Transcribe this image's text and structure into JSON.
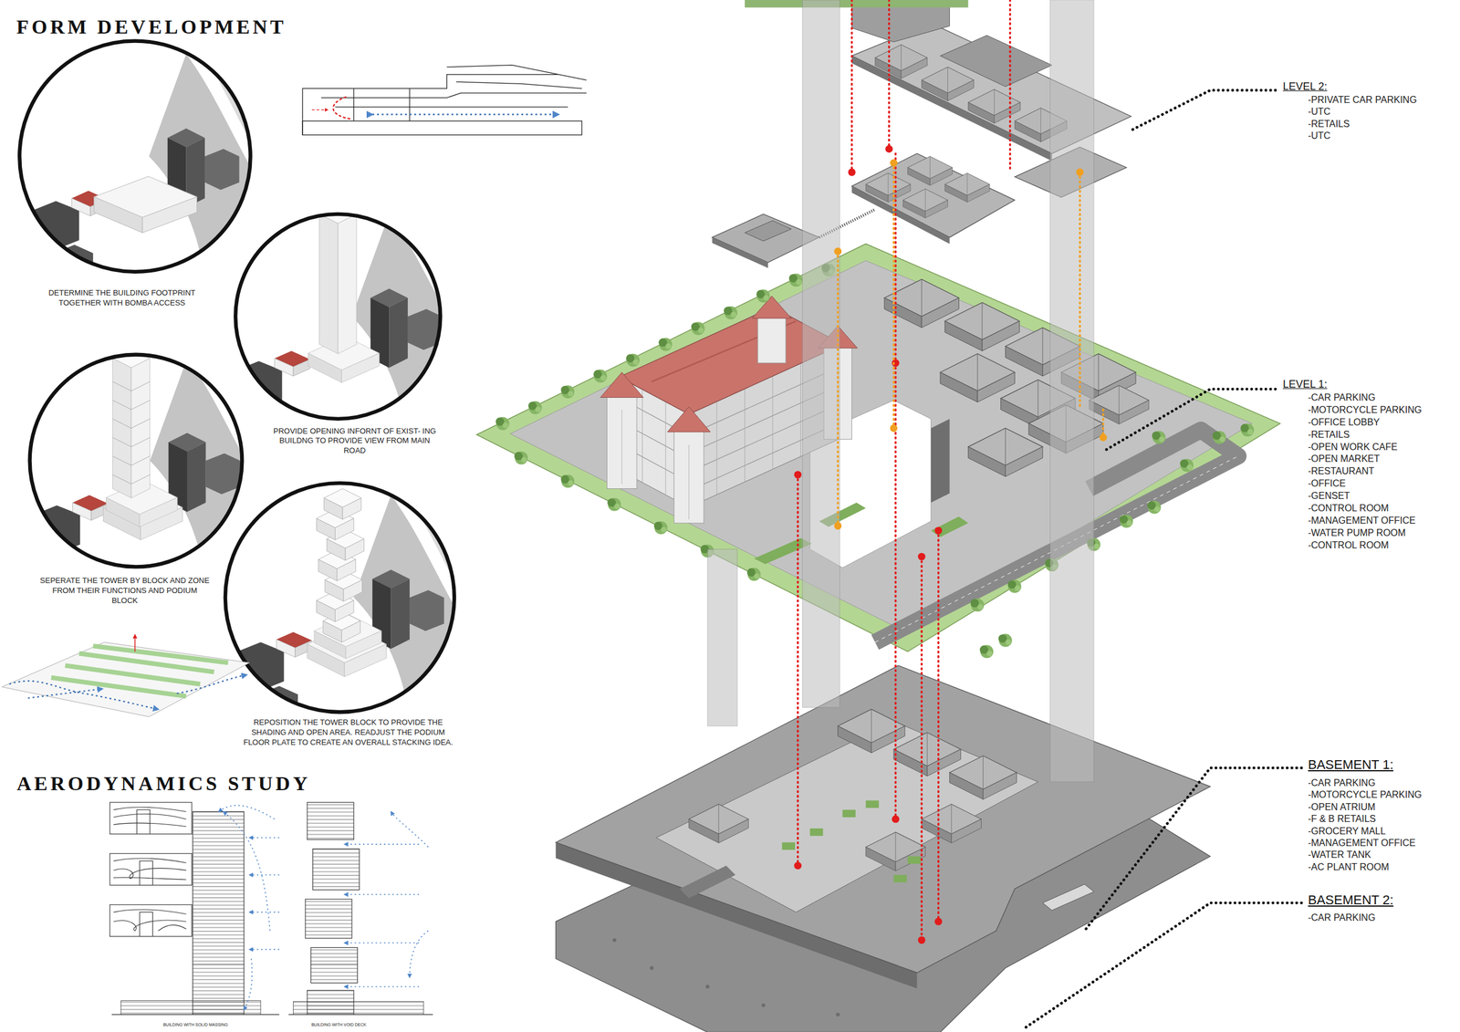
{
  "diagram": {
    "title": "FORM DEVELOPMENT",
    "labels": [
      "DETERMINE THE BUILDING FOOTPRINT TOGETHER WITH BOMBA ACCESS",
      "PROVIDE OPENING INFORNT OF EXIST- ING BUILDNG TO PROVIDE VIEW FROM MAIN ROAD",
      "SEPERATE THE TOWER BY BLOCK AND ZONE FROM THEIR FUNCTIONS AND PODIUM BLOCK",
      "REPOSITION THE TOWER BLOCK TO PROVIDE THE SHADING AND OPEN AREA. READJUST THE PODIUM FLOOR PLATE TO CREATE AN OVERALL STACKING IDEA.",
      "AERODYNAMICS STUDY",
      "BUILDING WITH SOLID MASSING",
      "BUILDING WITH VOID DECK",
      "LEVEL 2:",
      "-PRIVATE CAR PARKING",
      "-UTC",
      "-RETAILS",
      "-UTC",
      "LEVEL 1:",
      "-CAR PARKING",
      "-MOTORCYCLE PARKING",
      "-OFFICE LOBBY",
      "-RETAILS",
      "-OPEN WORK CAFE",
      "-OPEN MARKET",
      "-RESTAURANT",
      "-OFFICE",
      "-GENSET",
      "-CONTROL ROOM",
      "-MANAGEMENT OFFICE",
      "-WATER PUMP ROOM",
      "-CONTROL ROOM",
      "BASEMENT 1:",
      "-CAR PARKING",
      "-MOTORCYCLE PARKING",
      "-OPEN ATRIUM",
      "-F & B RETAILS",
      "-GROCERY MALL",
      "-MANAGEMENT OFFICE",
      "-WATER TANK",
      "-AC PLANT ROOM",
      "BASEMENT 2:",
      "-CAR PARKING"
    ]
  }
}
